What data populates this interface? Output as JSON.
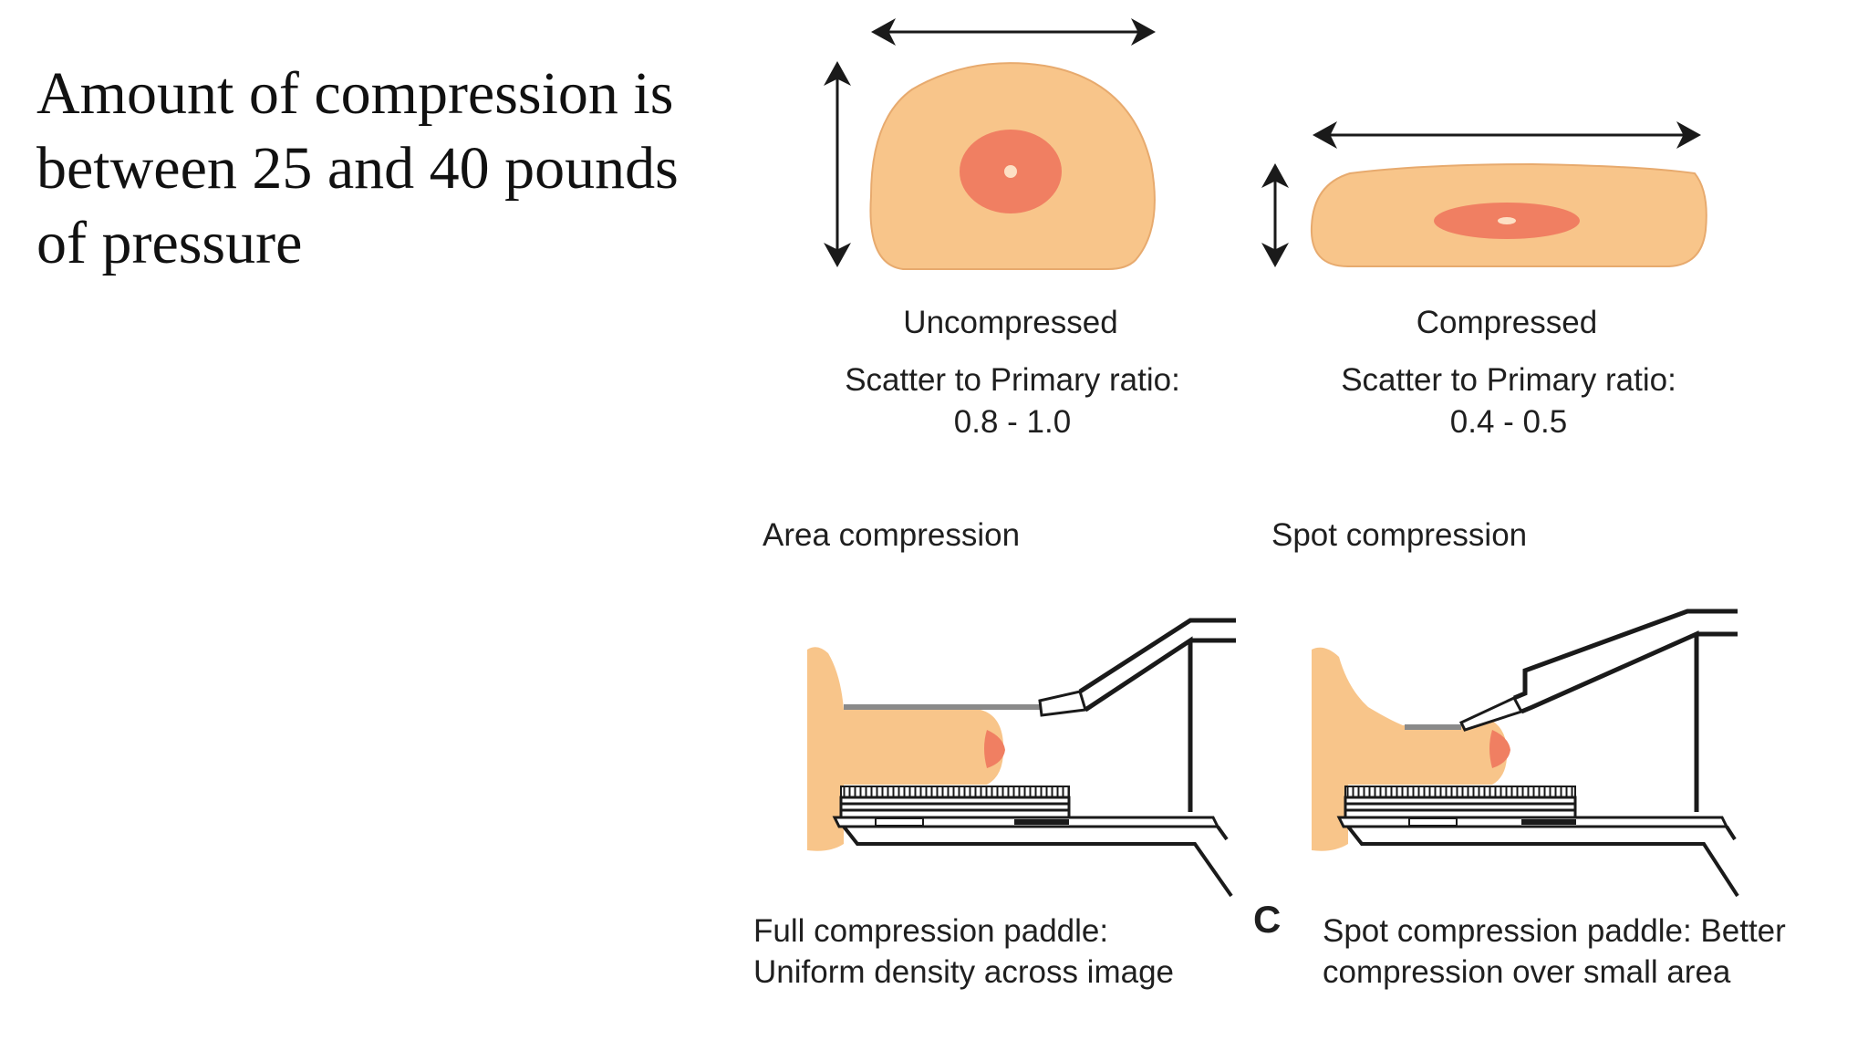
{
  "slide": {
    "lines": [
      "Amount of compression is",
      "between 25 and 40 pounds",
      "of pressure"
    ]
  },
  "top": {
    "uncompressed": {
      "label": "Uncompressed",
      "ratio_label": "Scatter to Primary ratio:",
      "ratio_value": "0.8 - 1.0"
    },
    "compressed": {
      "label": "Compressed",
      "ratio_label": "Scatter to Primary ratio:",
      "ratio_value": "0.4 - 0.5"
    }
  },
  "bottom": {
    "area": {
      "title": "Area compression",
      "caption_1": "Full compression paddle:",
      "caption_2": "Uniform density across image"
    },
    "spot": {
      "title": "Spot compression",
      "caption_1": "Spot compression paddle: Better",
      "caption_2": "compression over small area"
    },
    "panel_letter": "C"
  },
  "colors": {
    "tissue": "#f8c58a",
    "areola": "#f07f62",
    "nipple_center": "#fde0c4",
    "paddle": "#8a8a8a",
    "line": "#1a1a1a"
  }
}
